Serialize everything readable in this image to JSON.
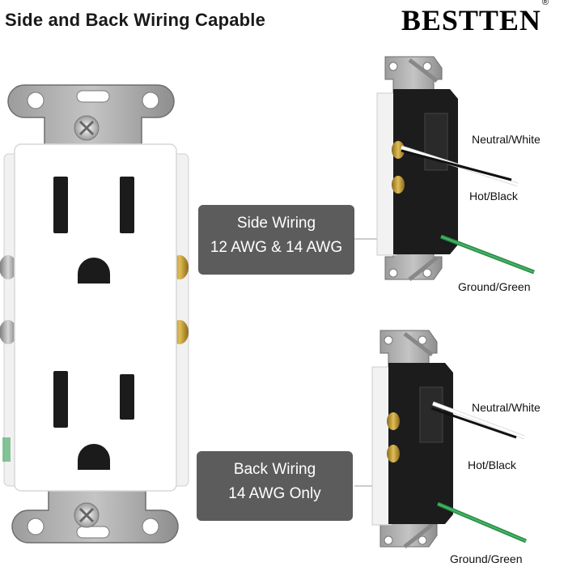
{
  "header": {
    "title": "Side and Back Wiring Capable",
    "brand": "BESTTEN",
    "brand_mark": "®"
  },
  "side_wiring": {
    "line1": "Side Wiring",
    "line2": "12 AWG & 14 AWG"
  },
  "back_wiring": {
    "line1": "Back Wiring",
    "line2": "14 AWG Only"
  },
  "top_labels": {
    "neutral": "Neutral/White",
    "hot": "Hot/Black",
    "ground": "Ground/Green"
  },
  "bottom_labels": {
    "neutral": "Neutral/White",
    "hot": "Hot/Black",
    "ground": "Ground/Green"
  },
  "colors": {
    "box": "#5c5c5c",
    "brass": "#c9a13a",
    "ground_wire": "#3aa55a",
    "strap": "#a8a8a8"
  }
}
